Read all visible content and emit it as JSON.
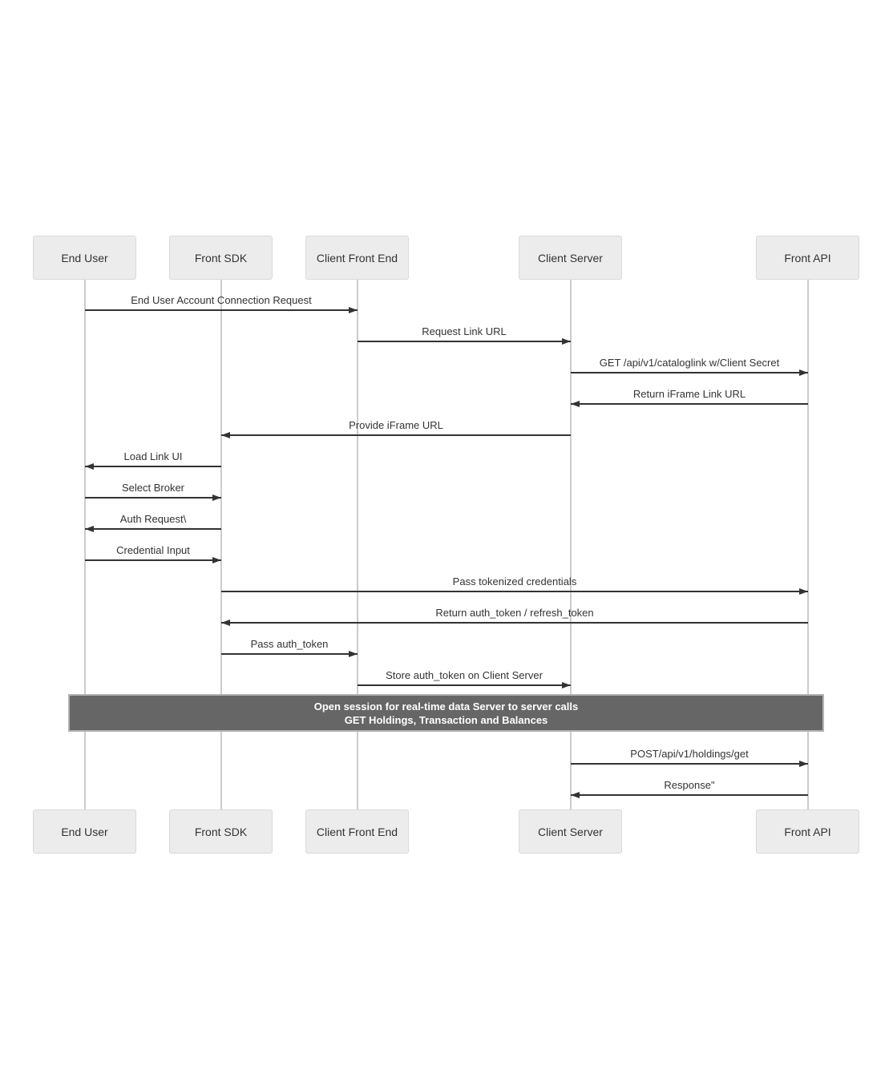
{
  "diagram": {
    "type": "sequence",
    "actors": [
      {
        "label": "End User"
      },
      {
        "label": "Front SDK"
      },
      {
        "label": "Client Front End"
      },
      {
        "label": "Client Server"
      },
      {
        "label": "Front API"
      }
    ],
    "messages": [
      {
        "text": "End User Account Connection Request",
        "from": 0,
        "to": 2
      },
      {
        "text": "Request Link URL",
        "from": 2,
        "to": 3
      },
      {
        "text": "GET /api/v1/cataloglink w/Client Secret",
        "from": 3,
        "to": 4
      },
      {
        "text": "Return iFrame Link URL",
        "from": 4,
        "to": 3
      },
      {
        "text": "Provide iFrame URL",
        "from": 3,
        "to": 1
      },
      {
        "text": "Load Link UI",
        "from": 1,
        "to": 0
      },
      {
        "text": "Select Broker",
        "from": 0,
        "to": 1
      },
      {
        "text": "Auth Request\\",
        "from": 1,
        "to": 0
      },
      {
        "text": "Credential Input",
        "from": 0,
        "to": 1
      },
      {
        "text": "Pass tokenized credentials",
        "from": 1,
        "to": 4
      },
      {
        "text": "Return auth_token / refresh_token",
        "from": 4,
        "to": 1
      },
      {
        "text": "Pass auth_token",
        "from": 1,
        "to": 2
      },
      {
        "text": "Store auth_token on Client Server",
        "from": 2,
        "to": 3
      },
      {
        "text": "POST/api/v1/holdings/get",
        "from": 3,
        "to": 4
      },
      {
        "text": "Response\"",
        "from": 4,
        "to": 3
      }
    ],
    "note": {
      "line1": "Open session for real-time data Server to server calls",
      "line2": "GET Holdings, Transaction and Balances"
    },
    "colors": {
      "actor_fill": "#ececec",
      "actor_border": "#d9d9d9",
      "text": "#333333",
      "arrow": "#333333",
      "lifeline": "#cccccc",
      "note_fill": "#666666",
      "note_border": "#b3b3b3",
      "note_text": "#ffffff"
    }
  }
}
